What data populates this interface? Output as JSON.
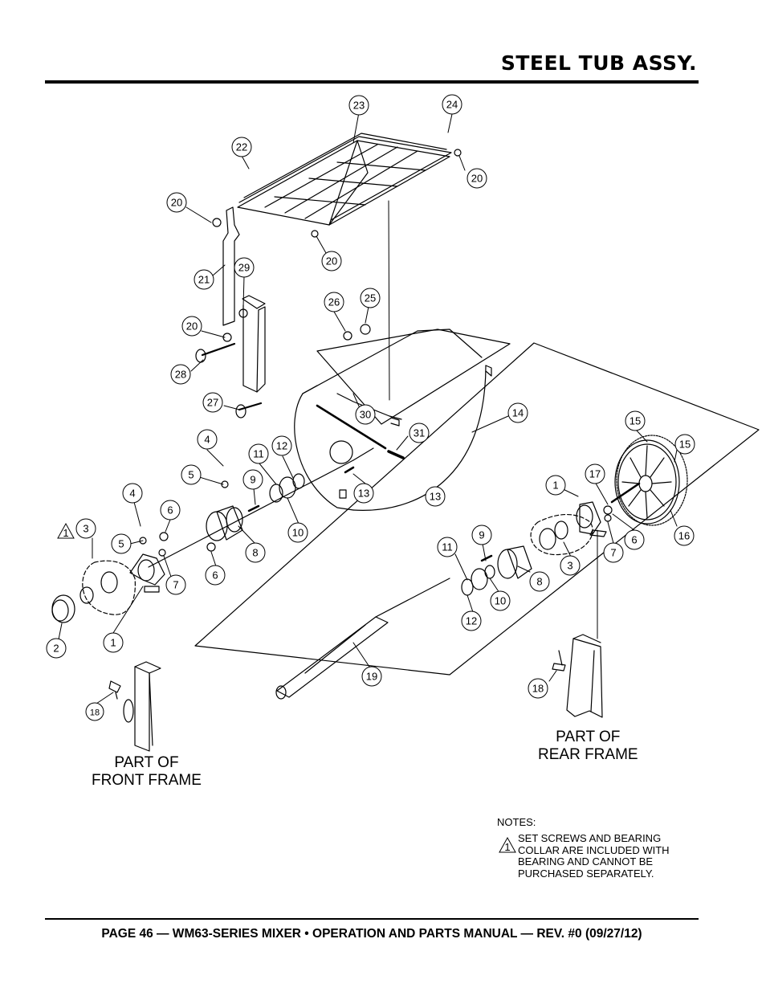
{
  "header": {
    "title": "STEEL TUB ASSY."
  },
  "footer": {
    "text": "PAGE 46 — WM63-SERIES MIXER • OPERATION AND PARTS MANUAL — REV. #0 (09/27/12)"
  },
  "frame_labels": {
    "front_line1": "PART OF",
    "front_line2": "FRONT FRAME",
    "rear_line1": "PART OF",
    "rear_line2": "REAR FRAME"
  },
  "notes": {
    "title": "NOTES:",
    "symbol": "1",
    "item1": "SET SCREWS AND BEARING COLLAR ARE INCLUDED WITH BEARING AND CANNOT BE PURCHASED SEPARATELY."
  },
  "callouts": [
    {
      "label": "23"
    },
    {
      "label": "24"
    },
    {
      "label": "22"
    },
    {
      "label": "20"
    },
    {
      "label": "20"
    },
    {
      "label": "20"
    },
    {
      "label": "21"
    },
    {
      "label": "29"
    },
    {
      "label": "26"
    },
    {
      "label": "25"
    },
    {
      "label": "20"
    },
    {
      "label": "28"
    },
    {
      "label": "27"
    },
    {
      "label": "30"
    },
    {
      "label": "14"
    },
    {
      "label": "31"
    },
    {
      "label": "15"
    },
    {
      "label": "15"
    },
    {
      "label": "4"
    },
    {
      "label": "11"
    },
    {
      "label": "12"
    },
    {
      "label": "5"
    },
    {
      "label": "9"
    },
    {
      "label": "13"
    },
    {
      "label": "13"
    },
    {
      "label": "17"
    },
    {
      "label": "1"
    },
    {
      "label": "4"
    },
    {
      "label": "6"
    },
    {
      "label": "3"
    },
    {
      "label": "5"
    },
    {
      "label": "10"
    },
    {
      "label": "8"
    },
    {
      "label": "6"
    },
    {
      "label": "9"
    },
    {
      "label": "16"
    },
    {
      "label": "7"
    },
    {
      "label": "6"
    },
    {
      "label": "11"
    },
    {
      "label": "7"
    },
    {
      "label": "3"
    },
    {
      "label": "8"
    },
    {
      "label": "10"
    },
    {
      "label": "12"
    },
    {
      "label": "1"
    },
    {
      "label": "2"
    },
    {
      "label": "19"
    },
    {
      "label": "18"
    },
    {
      "label": "18"
    }
  ],
  "warning_marks": [
    {
      "label": "1"
    },
    {
      "label": "1"
    }
  ]
}
